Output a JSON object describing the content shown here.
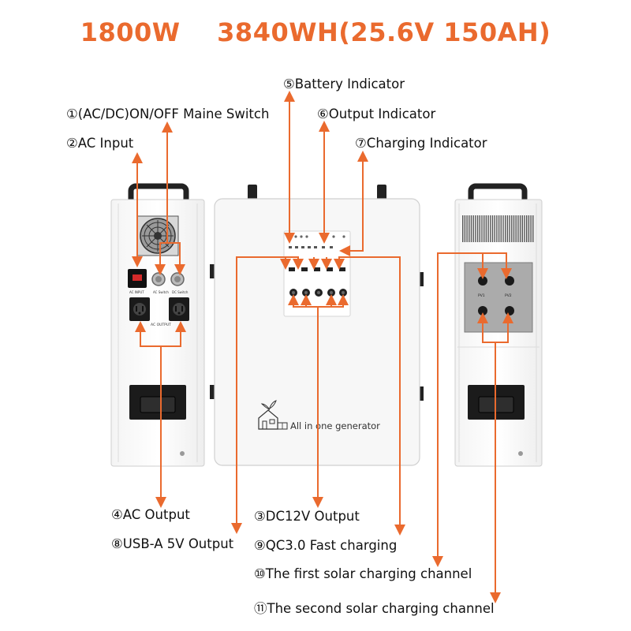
{
  "title": "1800W    3840WH(25.6V 150AH)",
  "accent_color": "#EA6A2E",
  "labels": {
    "l1": "①(AC/DC)ON/OFF  Maine Switch",
    "l2": "②AC Input",
    "l3": "③DC12V Output",
    "l4": "④AC Output",
    "l5": "⑤Battery Indicator",
    "l6": "⑥Output Indicator",
    "l7": "⑦Charging Indicator",
    "l8": "⑧USB-A 5V Output",
    "l9": "⑨QC3.0 Fast charging",
    "l10": "⑩The first solar charging channel",
    "l11": "⑪The second solar charging channel"
  },
  "left_panel": {
    "ac_input": "AC INPUT",
    "ac_switch": "AC Switch",
    "dc_switch": "DC Switch",
    "ac_output": "AC OUTPUT"
  },
  "front_panel": {
    "brand_text": "All in one generator"
  },
  "right_panel": {
    "pv1": "PV1",
    "pv2": "PV2"
  }
}
